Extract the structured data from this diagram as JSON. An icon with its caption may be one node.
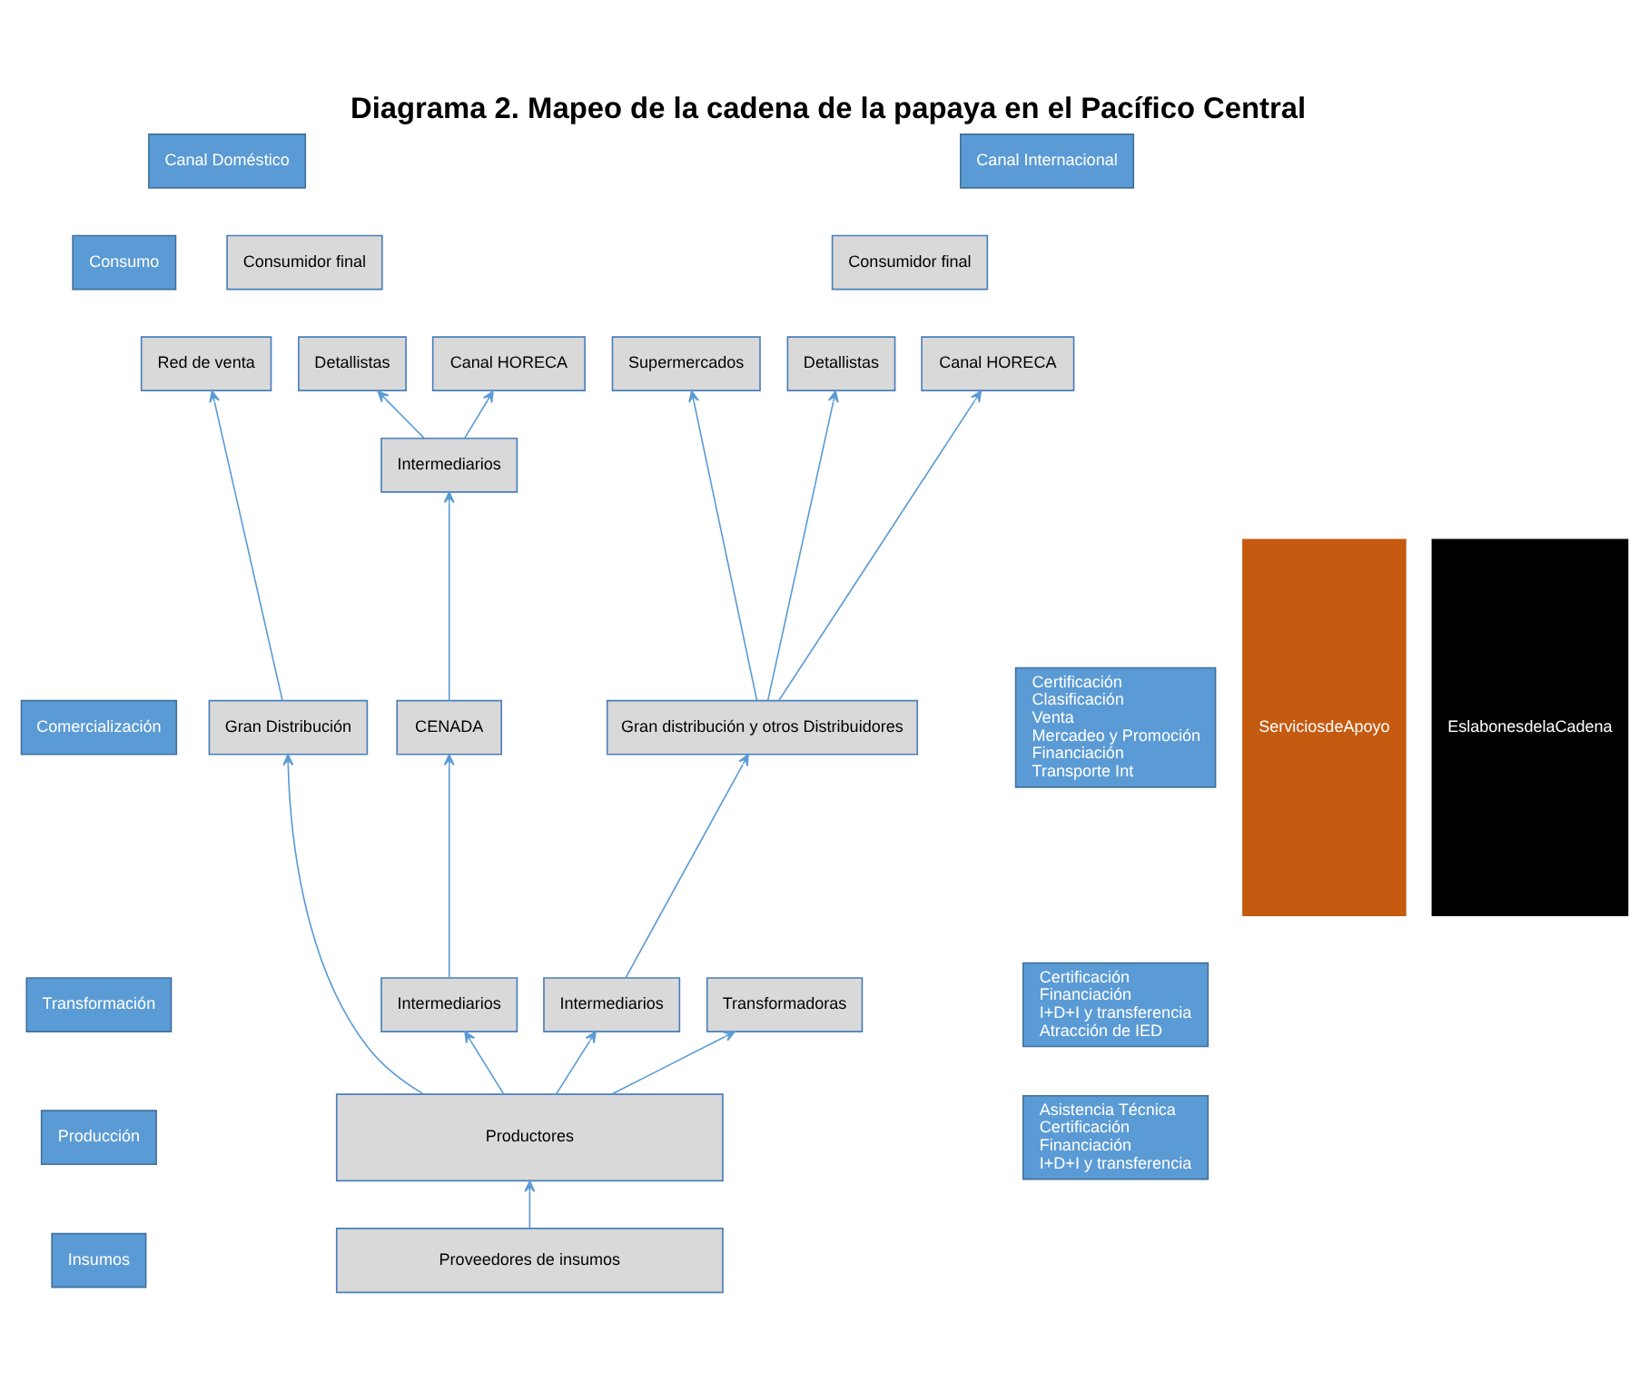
{
  "diagram": {
    "title": "Diagrama 2. Mapeo de la cadena de la papaya en el Pacífico Central",
    "nodes": [
      {
        "text": [
          "Canal Doméstico"
        ]
      },
      {
        "text": [
          "Canal Internacional"
        ]
      },
      {
        "text": [
          "Consumo"
        ]
      },
      {
        "text": [
          "Comercialización"
        ]
      },
      {
        "text": [
          "Transformación"
        ]
      },
      {
        "text": [
          "Producción"
        ]
      },
      {
        "text": [
          "Insumos"
        ]
      },
      {
        "text": [
          "Consumidor final"
        ]
      },
      {
        "text": [
          "Red de venta"
        ]
      },
      {
        "text": [
          "Detallistas"
        ]
      },
      {
        "text": [
          "Canal HORECA"
        ]
      },
      {
        "text": [
          "Intermediarios"
        ]
      },
      {
        "text": [
          "Gran Distribución"
        ]
      },
      {
        "text": [
          "CENADA"
        ]
      },
      {
        "text": [
          "Intermediarios"
        ]
      },
      {
        "text": [
          "Consumidor final"
        ]
      },
      {
        "text": [
          "Supermercados"
        ]
      },
      {
        "text": [
          "Detallistas"
        ]
      },
      {
        "text": [
          "Canal HORECA"
        ]
      },
      {
        "text": [
          "Gran distribución y otros Distribuidores"
        ]
      },
      {
        "text": [
          "Intermediarios"
        ]
      },
      {
        "text": [
          "Transformadoras"
        ]
      },
      {
        "text": [
          "Productores"
        ]
      },
      {
        "text": [
          "Proveedores de insumos"
        ]
      },
      {
        "text": [
          "Certificación",
          "Clasificación",
          "Venta",
          "Mercadeo y Promoción",
          "Financiación",
          "Transporte Int"
        ]
      },
      {
        "text": [
          "Certificación",
          "Financiación",
          "I+D+I y transferencia",
          "Atracción de IED"
        ]
      },
      {
        "text": [
          "Asistencia Técnica",
          "Certificación",
          "Financiación",
          "I+D+I y transferencia"
        ]
      },
      {
        "text": [
          "EslabonesdelaCadena"
        ]
      },
      {
        "text": [
          "ServiciosdeApoyo"
        ]
      }
    ],
    "edges": [
      {
        "from": 22,
        "to": 12,
        "arrow": "to"
      },
      {
        "from": 22,
        "to": 14,
        "arrow": "to"
      },
      {
        "from": 22,
        "to": 20,
        "arrow": "to"
      },
      {
        "from": 22,
        "to": 21,
        "arrow": "to"
      },
      {
        "from": 23,
        "to": 22,
        "arrow": "to"
      },
      {
        "from": 12,
        "to": 8,
        "arrow": "to"
      },
      {
        "from": 14,
        "to": 13,
        "arrow": "to"
      },
      {
        "from": 13,
        "to": 11,
        "arrow": "to"
      },
      {
        "from": 11,
        "to": 9,
        "arrow": "to"
      },
      {
        "from": 11,
        "to": 10,
        "arrow": "to"
      },
      {
        "from": 20,
        "to": 19,
        "arrow": "to"
      },
      {
        "from": 19,
        "to": 16,
        "arrow": "to"
      },
      {
        "from": 19,
        "to": 17,
        "arrow": "to"
      },
      {
        "from": 19,
        "to": 18,
        "arrow": "to"
      }
    ]
  }
}
